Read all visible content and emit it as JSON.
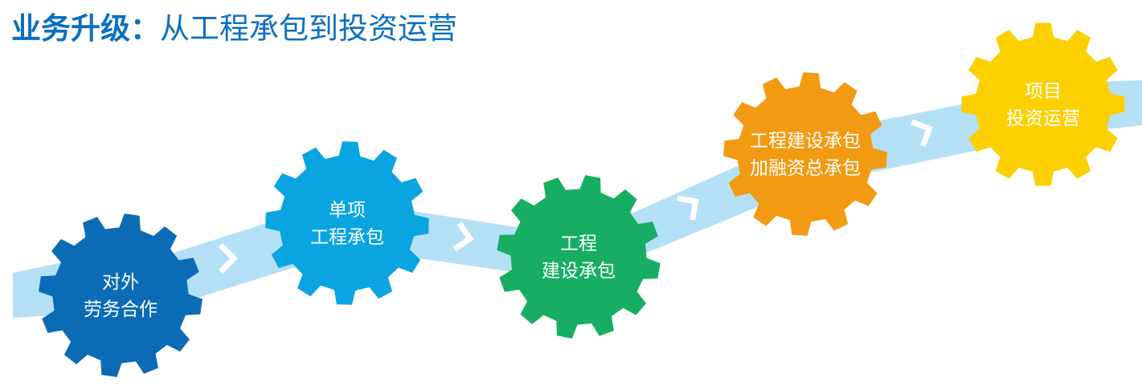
{
  "title": {
    "bold": "业务升级：",
    "regular": "从工程承包到投资运营"
  },
  "stages": [
    {
      "lines": [
        "对外",
        "劳务合作"
      ],
      "color": "#0b6cb5"
    },
    {
      "lines": [
        "单项",
        "工程承包"
      ],
      "color": "#0aa5e0"
    },
    {
      "lines": [
        "工程",
        "建设承包"
      ],
      "color": "#17ae63"
    },
    {
      "lines": [
        "工程建设承包",
        "加融资总承包"
      ],
      "color": "#f19a12"
    },
    {
      "lines": [
        "项目",
        "投资运营"
      ],
      "color": "#fcd000"
    }
  ],
  "colors": {
    "title": "#0c6fc0",
    "band": "#b4e0f5",
    "arrow": "#ffffff"
  },
  "icons": [
    "chevron-right-icon",
    "chevron-right-icon",
    "chevron-right-icon",
    "chevron-right-icon"
  ]
}
